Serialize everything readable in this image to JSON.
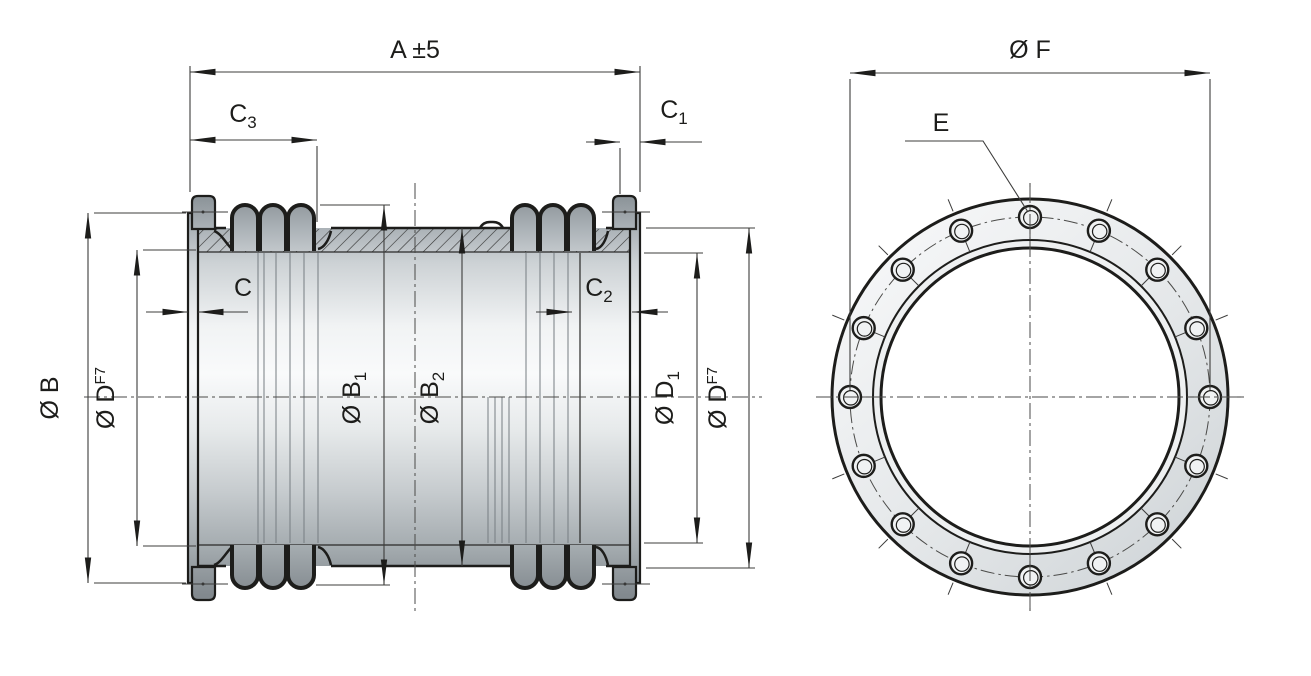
{
  "colors": {
    "line": "#1d1d1b",
    "dim_line": "#3c3c3b",
    "hatch": "#2f2f2e",
    "body_light": "#f8f9fa",
    "body_dark": "#82898e",
    "face_light": "#f6f7f8",
    "face_dark": "#cfd4d7"
  },
  "side_view": {
    "bellows_groups": 2,
    "bellows_convolutions_per_group": 3,
    "dim_labels": {
      "total_length": "A ±5",
      "c3": {
        "base": "C",
        "sub": "3"
      },
      "c1": {
        "base": "C",
        "sub": "1"
      },
      "c": "C",
      "c2": {
        "base": "C",
        "sub": "2"
      },
      "dia_b": "Ø B",
      "dia_d_f7_left": {
        "base": "Ø D",
        "sup": "F7"
      },
      "dia_b1": {
        "base": "Ø B",
        "sub": "1"
      },
      "dia_b2": {
        "base": "Ø B",
        "sub": "2"
      },
      "dia_d1": {
        "base": "Ø D",
        "sub": "1"
      },
      "dia_d_f7_right": {
        "base": "Ø D",
        "sup": "F7"
      }
    }
  },
  "front_view": {
    "bolt_hole_count": 16,
    "dim_labels": {
      "dia_f": "Ø F",
      "bolt_hole_ref": "E"
    }
  }
}
